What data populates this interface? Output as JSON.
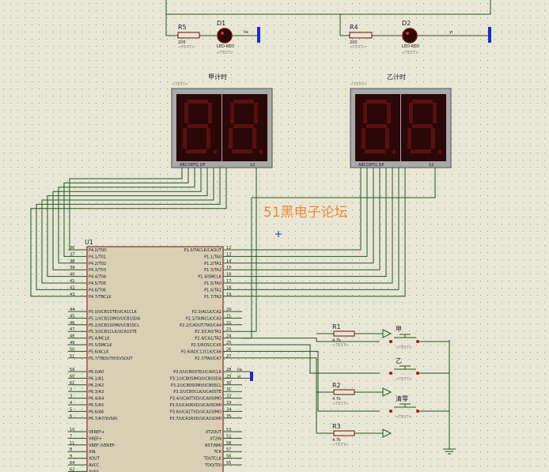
{
  "colors": {
    "background": "#e8e6d4",
    "grid": "#b8b6a0",
    "wire": "#1f5a1f",
    "component": "#7b0a0a",
    "chip_fill": "#d8cfb5",
    "terminal": "#1a2ad0",
    "watermark": "#f0893a"
  },
  "watermark": "51黑电子论坛",
  "placeholder": "<TEXT>",
  "top_row": {
    "r5": {
      "ref": "R5",
      "value": "200"
    },
    "d1": {
      "ref": "D1",
      "value": "LED-RED"
    },
    "net_left": "lia",
    "r4": {
      "ref": "R4",
      "value": "200"
    },
    "d2": {
      "ref": "D2",
      "value": "LED-RED"
    },
    "net_right": "yi"
  },
  "displays": [
    {
      "title": "甲计时",
      "pins": "ABCDEFG  DP",
      "com": "12"
    },
    {
      "title": "乙计时",
      "pins": "ABCDEFG  DP",
      "com": "12"
    }
  ],
  "mcu": {
    "ref": "U1",
    "left_pins": [
      {
        "num": "36",
        "name": "P4.0/T0D"
      },
      {
        "num": "37",
        "name": "P4.1/T01"
      },
      {
        "num": "38",
        "name": "P4.2/T02"
      },
      {
        "num": "39",
        "name": "P4.3/T03"
      },
      {
        "num": "40",
        "name": "P4.4/T04"
      },
      {
        "num": "41",
        "name": "P4.5/T05"
      },
      {
        "num": "42",
        "name": "P4.6/T06"
      },
      {
        "num": "43",
        "name": "P4.7/TBCLK"
      },
      {
        "num": "44",
        "name": "P5.0/UCB1STE/UCA1CLK"
      },
      {
        "num": "45",
        "name": "P5.1/UCB1SIMO/UCB1SDA"
      },
      {
        "num": "46",
        "name": "P5.2/UCB1SOMI/UCB1SCL"
      },
      {
        "num": "47",
        "name": "P5.3/UCB1CLK/UCA1STE"
      },
      {
        "num": "48",
        "name": "P5.4/MCLK"
      },
      {
        "num": "49",
        "name": "P5.5/SMCLK"
      },
      {
        "num": "50",
        "name": "P5.6/ACLK"
      },
      {
        "num": "51",
        "name": "P5.7/TBOUTH/SVSOUT"
      },
      {
        "num": "59",
        "name": "P6.0/A0"
      },
      {
        "num": "60",
        "name": "P6.1/A1"
      },
      {
        "num": "61",
        "name": "P6.2/A2"
      },
      {
        "num": "2",
        "name": "P6.3/A3"
      },
      {
        "num": "3",
        "name": "P6.4/A4"
      },
      {
        "num": "4",
        "name": "P6.5/A5"
      },
      {
        "num": "5",
        "name": "P6.6/A6"
      },
      {
        "num": "6",
        "name": "P6.7/A7/SVSIN"
      },
      {
        "num": "10",
        "name": "VEREF+"
      },
      {
        "num": "7",
        "name": "VREF+"
      },
      {
        "num": "11",
        "name": "VREF-/VEREF-"
      },
      {
        "num": "8",
        "name": "XIN"
      },
      {
        "num": "9",
        "name": "XOUT"
      },
      {
        "num": "64",
        "name": "AVCC"
      },
      {
        "num": "62",
        "name": "AVSS"
      }
    ],
    "right_pins": [
      {
        "num": "12",
        "name": "P1.0/TACLK/CAOUT"
      },
      {
        "num": "13",
        "name": "P1.1/TA0"
      },
      {
        "num": "14",
        "name": "P1.2/TA1"
      },
      {
        "num": "15",
        "name": "P1.3/TA2"
      },
      {
        "num": "16",
        "name": "P1.4/SMCLK"
      },
      {
        "num": "17",
        "name": "P1.5/TA0"
      },
      {
        "num": "18",
        "name": "P1.6/TA1"
      },
      {
        "num": "19",
        "name": "P1.7/TA2"
      },
      {
        "num": "20",
        "name": "P2.0/ACLK/CA2"
      },
      {
        "num": "21",
        "name": "P2.1/TAINCLK/CA3"
      },
      {
        "num": "22",
        "name": "P2.2/CAOUT/TA0/CA4"
      },
      {
        "num": "23",
        "name": "P2.3/CA0/TA1"
      },
      {
        "num": "24",
        "name": "P2.4/CA1/TA2"
      },
      {
        "num": "25",
        "name": "P2.5/ROSC/CA5"
      },
      {
        "num": "26",
        "name": "P2.6/ADC12CLK/CA6"
      },
      {
        "num": "27",
        "name": "P2.7/TA0/CA7"
      },
      {
        "num": "28",
        "name": "P3.0/UCB0STE/UCA0CLK"
      },
      {
        "num": "29",
        "name": "P3.1/UCB0SIMO/UCB0SDA"
      },
      {
        "num": "30",
        "name": "P3.2/UCB0SOMI/UCB0SCL"
      },
      {
        "num": "31",
        "name": "P3.3/UCB0CLK/UCA0STE"
      },
      {
        "num": "32",
        "name": "P3.4/UCA0TXD/UCA0SIMO"
      },
      {
        "num": "33",
        "name": "P3.5/UCA0RXD/UCA0SOMI"
      },
      {
        "num": "34",
        "name": "P3.6/UCA1TXD/UCA1SIMO"
      },
      {
        "num": "35",
        "name": "P3.7/UCA1RXD/UCA1SOMI"
      },
      {
        "num": "53",
        "name": "XT2OUT"
      },
      {
        "num": "52",
        "name": "XT2IN"
      },
      {
        "num": "58",
        "name": "RST/NMI"
      },
      {
        "num": "57",
        "name": "TCK"
      },
      {
        "num": "56",
        "name": "TDI/TCLK"
      },
      {
        "num": "55",
        "name": "TDO/TDI"
      }
    ],
    "net_lia": "lia",
    "net_yi": "yi"
  },
  "buttons": [
    {
      "ref": "R1",
      "value": "4.7k",
      "label": "甲"
    },
    {
      "ref": "",
      "value": "",
      "label": "乙"
    },
    {
      "ref": "R2",
      "value": "4.7k",
      "label": "清零"
    },
    {
      "ref": "R3",
      "value": "4.7k",
      "label": ""
    }
  ]
}
